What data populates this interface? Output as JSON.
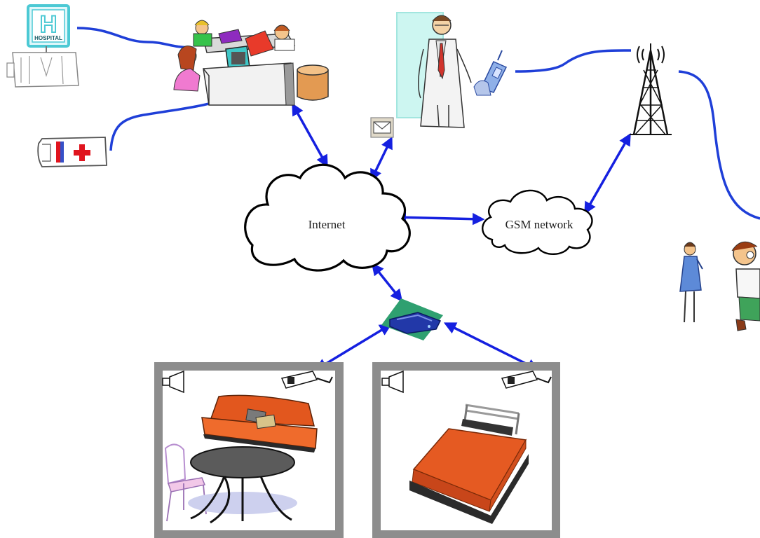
{
  "labels": {
    "internet": "Internet",
    "gsm": "GSM network",
    "hospital_sign_letter": "H",
    "hospital_sign_word": "HOSPITAL"
  },
  "colors": {
    "link": "#1f3fd8",
    "arrow": "#1520e0",
    "room_frame": "#8d8d8d",
    "furniture_orange": "#e2571e",
    "cross_red": "#e0141e",
    "sign_teal": "#4cc9d4"
  },
  "icons": [
    "hospital-icon",
    "call-center-icon",
    "ambulance-icon",
    "doctor-icon",
    "mobile-phone-icon",
    "cell-tower-icon",
    "email-icon",
    "router-icon",
    "speaker-icon",
    "security-camera-icon",
    "sofa-icon",
    "table-icon",
    "chair-icon",
    "bed-icon",
    "family-icon"
  ]
}
